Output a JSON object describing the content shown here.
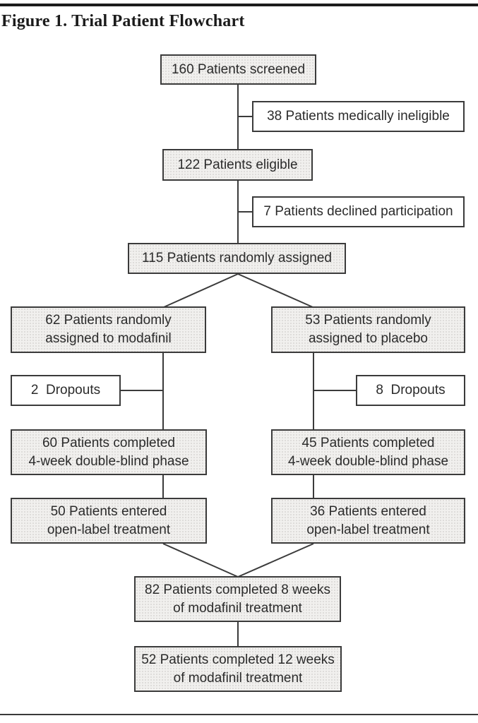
{
  "figure": {
    "title": "Figure 1. Trial Patient Flowchart"
  },
  "colors": {
    "line": "#3b3b3b",
    "text": "#2b2b2b",
    "box_fill_gray": "#f0efed",
    "box_fill_white": "#ffffff",
    "top_rule": "#1c1c1c"
  },
  "nodes": {
    "screened": {
      "lines": [
        "160 Patients screened"
      ]
    },
    "ineligible": {
      "lines": [
        "38 Patients medically ineligible"
      ]
    },
    "eligible": {
      "lines": [
        "122 Patients eligible"
      ]
    },
    "declined": {
      "lines": [
        "7 Patients declined participation"
      ]
    },
    "randomized": {
      "lines": [
        "115 Patients randomly assigned"
      ]
    },
    "modafinil_arm": {
      "lines": [
        "62 Patients randomly",
        "assigned to modafinil"
      ]
    },
    "placebo_arm": {
      "lines": [
        "53 Patients randomly",
        "assigned to placebo"
      ]
    },
    "dropouts_modafinil": {
      "lines": [
        "2  Dropouts"
      ]
    },
    "dropouts_placebo": {
      "lines": [
        "8  Dropouts"
      ]
    },
    "completed_modafinil": {
      "lines": [
        "60 Patients completed",
        "4-week double-blind phase"
      ]
    },
    "completed_placebo": {
      "lines": [
        "45 Patients completed",
        "4-week double-blind phase"
      ]
    },
    "openlabel_modafinil": {
      "lines": [
        "50 Patients entered",
        "open-label treatment"
      ]
    },
    "openlabel_placebo": {
      "lines": [
        "36 Patients entered",
        "open-label treatment"
      ]
    },
    "completed_8wk": {
      "lines": [
        "82 Patients completed 8 weeks",
        "of modafinil treatment"
      ]
    },
    "completed_12wk": {
      "lines": [
        "52 Patients completed 12 weeks",
        "of modafinil treatment"
      ]
    }
  }
}
